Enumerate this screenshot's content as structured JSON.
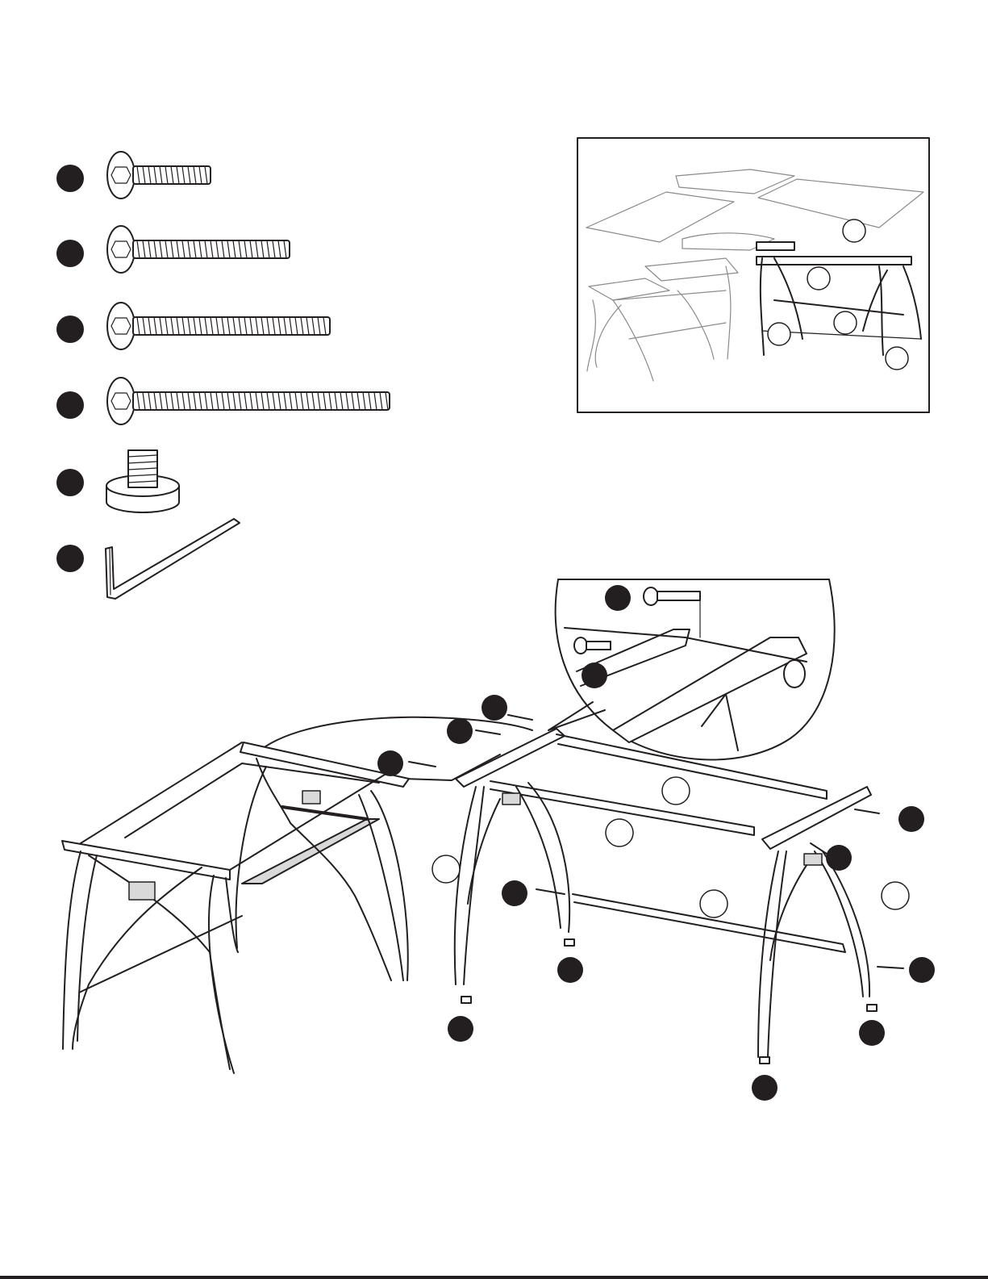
{
  "page": {
    "background": "#ffffff",
    "ink": "#231f20",
    "light_fill": "#d9d9d9"
  },
  "hardware_list": [
    {
      "icon": "bolt-short-icon"
    },
    {
      "icon": "bolt-medium-icon"
    },
    {
      "icon": "bolt-long-icon"
    },
    {
      "icon": "bolt-extra-long-icon"
    },
    {
      "icon": "leveling-foot-icon"
    },
    {
      "icon": "allen-key-icon"
    }
  ],
  "overview_callouts": 6,
  "main_callouts_filled": 13,
  "main_callouts_open": 5
}
